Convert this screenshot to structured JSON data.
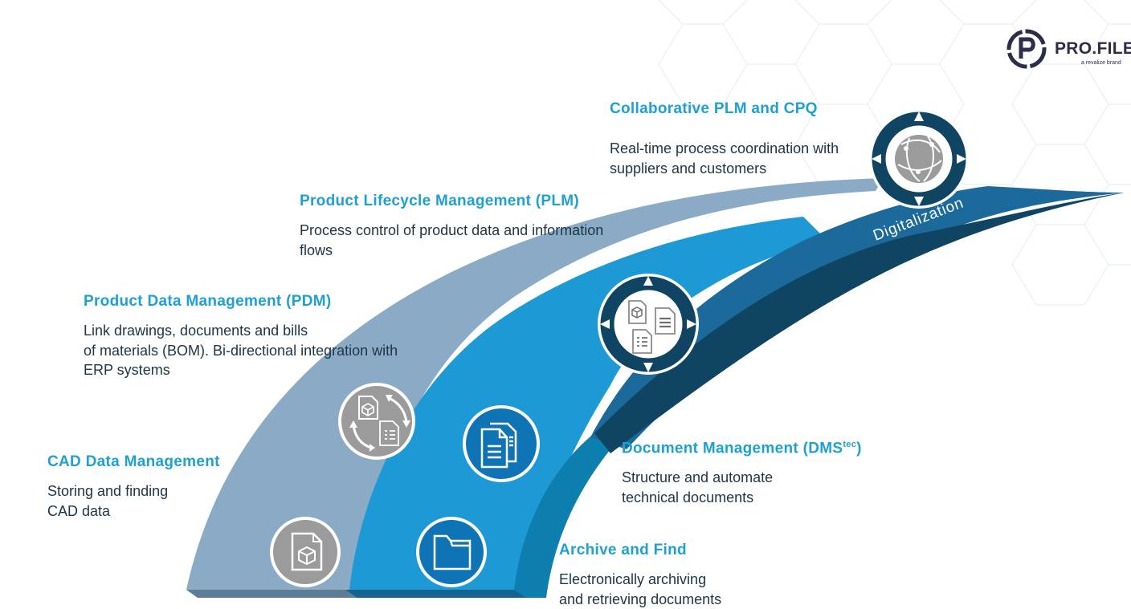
{
  "brand": {
    "name": "PRO.FILE",
    "tagline": "a revalize brand",
    "color": "#2b2d4a"
  },
  "colors": {
    "title": "#1ea0d2",
    "text": "#1d3546",
    "band_grey": "#8aaac6",
    "band_blue": "#1d9ad6",
    "band_mid": "#1b6a9b",
    "band_dark": "#0f4463",
    "icon_grey": "#9b9b9b",
    "icon_blue": "#0f74b5"
  },
  "ribbon_label": "Digitalization",
  "stages": [
    {
      "title": "CAD Data Management",
      "description_lines": [
        "Storing and finding",
        "CAD data"
      ],
      "icon": "cad-file-icon"
    },
    {
      "title": "Archive and Find",
      "description_lines": [
        "Electronically archiving",
        "and retrieving documents"
      ],
      "icon": "folder-icon"
    },
    {
      "title": "Product Data Management (PDM)",
      "description_lines": [
        "Link drawings, documents and bills",
        "of materials (BOM). Bi-directional integration with",
        "ERP systems"
      ],
      "icon": "sync-documents-icon"
    },
    {
      "title_main": "Document Management (DMS",
      "title_sup": "tec",
      "title_end": ")",
      "description_lines": [
        "Structure and automate",
        "technical documents"
      ],
      "icon": "documents-stack-icon"
    },
    {
      "title": "Product Lifecycle Management (PLM)",
      "description_lines": [
        "Process control of product data and information",
        "flows"
      ],
      "icon": "lifecycle-documents-icon"
    },
    {
      "title": "Collaborative PLM and CPQ",
      "description_lines": [
        "Real-time process coordination with",
        "suppliers and customers"
      ],
      "icon": "globe-network-icon"
    }
  ]
}
